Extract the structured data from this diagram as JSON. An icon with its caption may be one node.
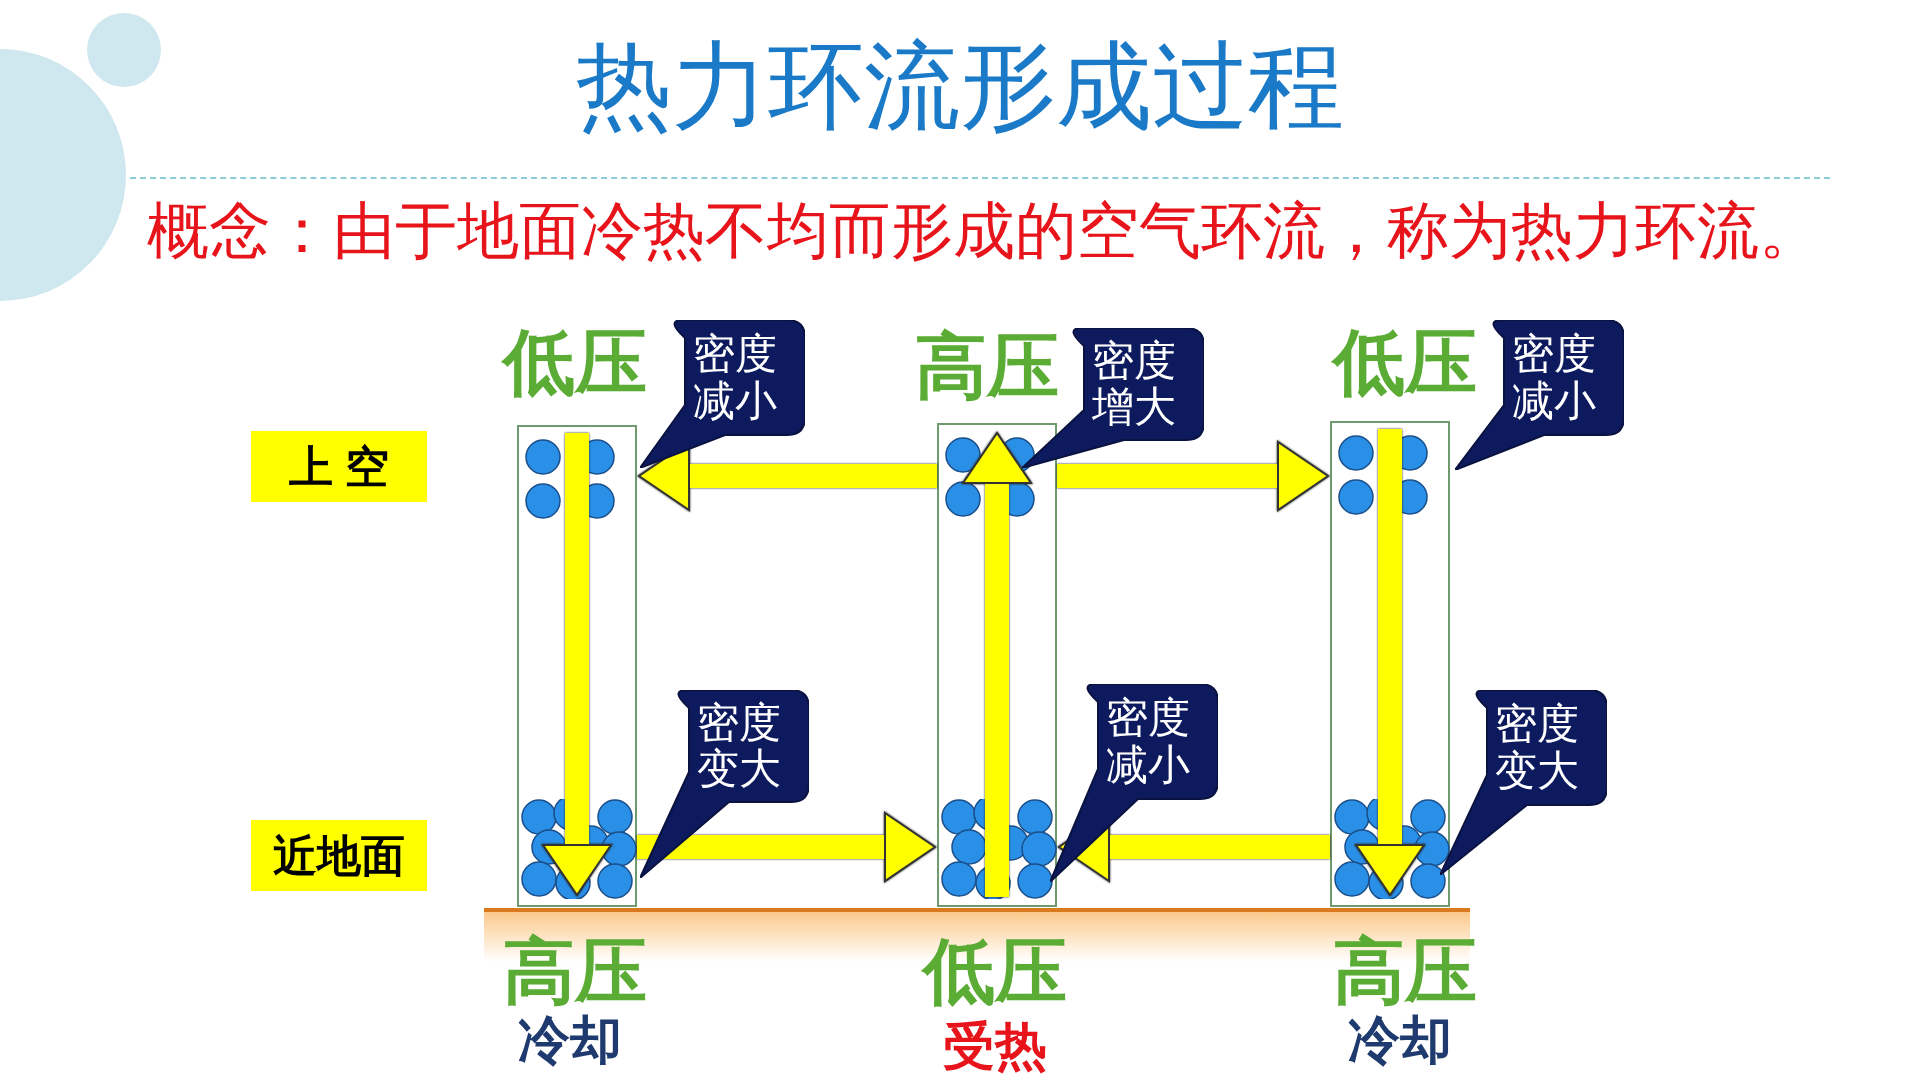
{
  "diagram": {
    "title": "热力环流形成过程",
    "nodes": [
      {
        "text": [],
        "shape": "box"
      },
      {
        "text": [],
        "shape": "picture",
        "in": 0
      },
      {
        "text": [],
        "shape": "picture",
        "in": 0
      },
      {
        "text": [],
        "shape": "box"
      },
      {
        "text": [],
        "shape": "picture",
        "in": 3
      },
      {
        "text": [],
        "shape": "picture",
        "in": 3
      },
      {
        "text": [],
        "shape": "box"
      },
      {
        "text": [],
        "shape": "picture",
        "in": 6
      },
      {
        "text": [],
        "shape": "picture",
        "in": 6
      },
      {
        "text": [
          "密度减小"
        ]
      },
      {
        "text": [
          "密度增大"
        ]
      },
      {
        "text": [
          "密度减小"
        ]
      },
      {
        "text": [
          "密度变大"
        ]
      },
      {
        "text": [
          "密度减小"
        ]
      },
      {
        "text": [
          "密度变大"
        ]
      },
      {
        "text": [
          "上 空"
        ]
      },
      {
        "text": [
          "近地面"
        ]
      }
    ],
    "edges": [
      {
        "from": 1,
        "to": 2,
        "arrow": "to"
      },
      {
        "from": 5,
        "to": 4,
        "arrow": "to"
      },
      {
        "from": 7,
        "to": 8,
        "arrow": "to"
      },
      {
        "from": 4,
        "to": 1,
        "arrow": "to"
      },
      {
        "from": 4,
        "to": 7,
        "arrow": "to"
      },
      {
        "from": 2,
        "to": 5,
        "arrow": "to"
      },
      {
        "from": 8,
        "to": 5,
        "arrow": "to"
      }
    ],
    "labels": [
      "概念：由于地面冷热不均而形成的空气环流，称为热力环流。",
      "低压",
      "高压",
      "低压",
      "高压",
      "冷却",
      "低压",
      "受热",
      "高压",
      "冷却"
    ]
  }
}
